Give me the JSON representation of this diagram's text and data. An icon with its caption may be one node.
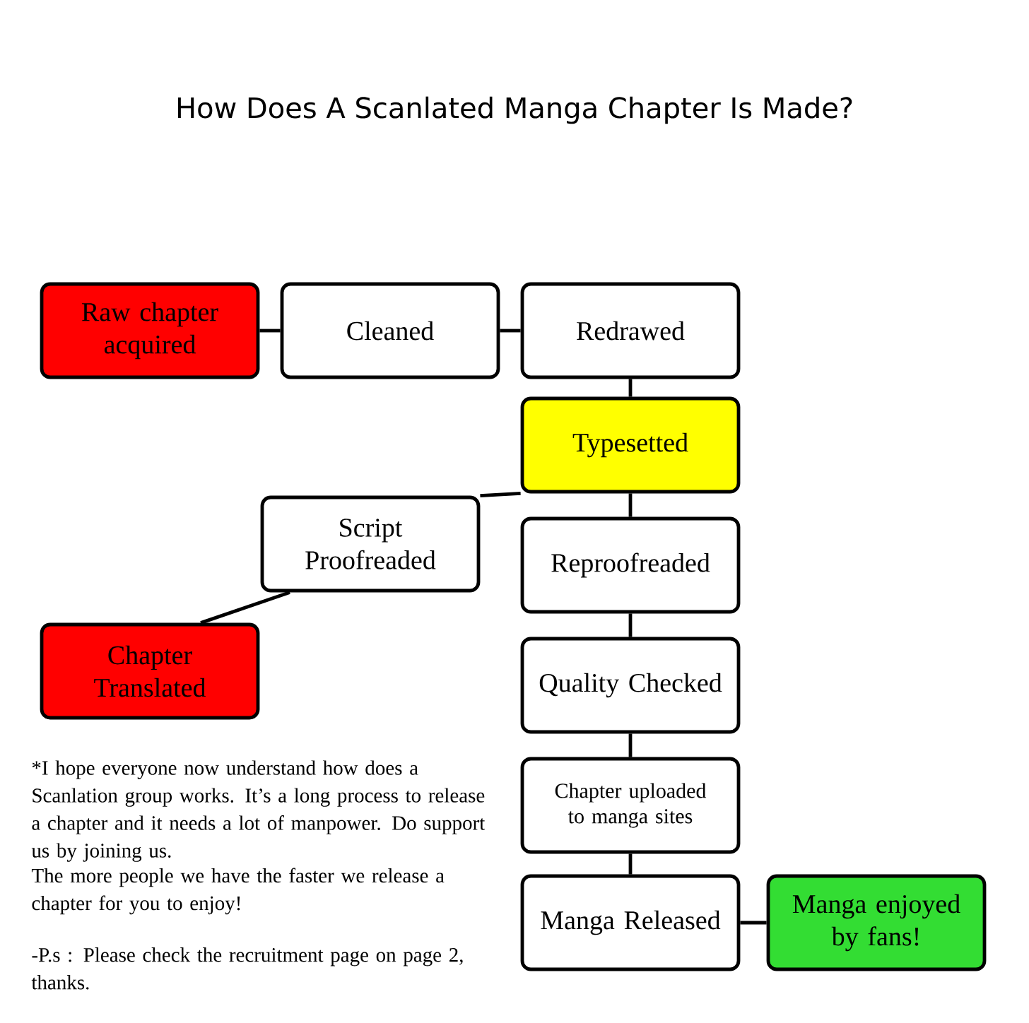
{
  "diagram": {
    "title": "How Does A Scanlated Manga Chapter Is Made?",
    "nodes": [
      {
        "text": [
          "Raw chapter acquired"
        ]
      },
      {
        "text": [
          "Cleaned"
        ]
      },
      {
        "text": [
          "Redrawed"
        ]
      },
      {
        "text": [
          "Typesetted"
        ]
      },
      {
        "text": [
          "Script Proofreaded"
        ]
      },
      {
        "text": [
          "Reproofreaded"
        ]
      },
      {
        "text": [
          "Chapter Translated"
        ]
      },
      {
        "text": [
          "Quality Checked"
        ]
      },
      {
        "text": [
          "Chapter uploaded to manga sites"
        ]
      },
      {
        "text": [
          "Manga Released"
        ]
      },
      {
        "text": [
          "Manga enjoyed by fans!"
        ]
      }
    ],
    "edges": [
      {
        "from": 0,
        "to": 1,
        "arrow": "none"
      },
      {
        "from": 1,
        "to": 2,
        "arrow": "none"
      },
      {
        "from": 2,
        "to": 3,
        "arrow": "none"
      },
      {
        "from": 3,
        "to": 4,
        "arrow": "none"
      },
      {
        "from": 4,
        "to": 6,
        "arrow": "none"
      },
      {
        "from": 3,
        "to": 5,
        "arrow": "none"
      },
      {
        "from": 5,
        "to": 7,
        "arrow": "none"
      },
      {
        "from": 7,
        "to": 8,
        "arrow": "none"
      },
      {
        "from": 8,
        "to": 9,
        "arrow": "none"
      },
      {
        "from": 9,
        "to": 10,
        "arrow": "none"
      }
    ],
    "labels": [
      "*I hope everyone now understand how does a Scanlation group works. It’s a long process to release a chapter and it needs a lot of manpower. Do support us by joining us.",
      "The more people we have the faster we release a chapter for you to enjoy!",
      "-P.s : Please check the recruitment page on page 2, thanks."
    ]
  }
}
